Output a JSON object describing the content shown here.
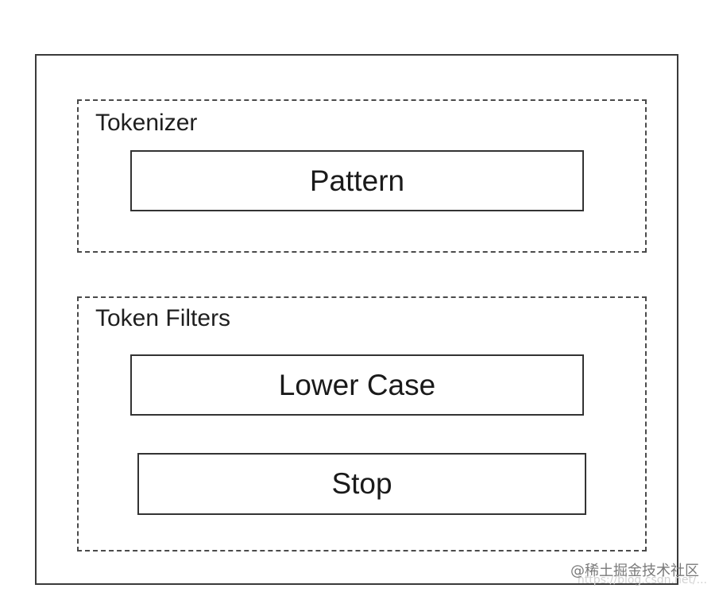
{
  "tokenizer": {
    "title": "Tokenizer",
    "items": [
      "Pattern"
    ]
  },
  "token_filters": {
    "title": "Token Filters",
    "items": [
      "Lower Case",
      "Stop"
    ]
  },
  "watermark": {
    "text": "@稀土掘金技术社区",
    "faint_text": "https://blog.csdn.net/..."
  }
}
